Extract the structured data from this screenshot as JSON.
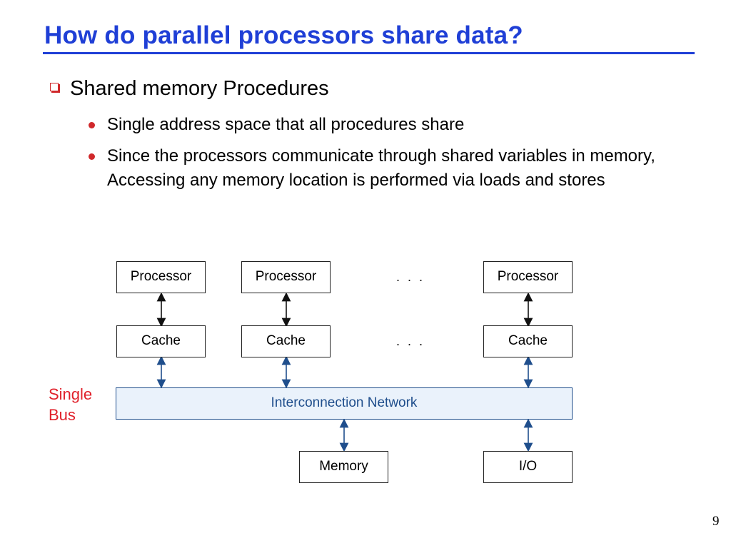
{
  "slide": {
    "title": "How do parallel processors share data?",
    "page_number": "9"
  },
  "bullets": {
    "level1": "Shared memory Procedures",
    "level2": [
      "Single address space that all procedures share",
      "Since the processors communicate through shared variables in memory, Accessing any memory location is performed via loads and stores"
    ]
  },
  "diagram": {
    "processor_label": "Processor",
    "cache_label": "Cache",
    "ellipsis": ". . .",
    "network_label": "Interconnection Network",
    "memory_label": "Memory",
    "io_label": "I/O",
    "side_label_line1": "Single",
    "side_label_line2": "Bus",
    "colors": {
      "title": "#1f3fd6",
      "bullet": "#d0282b",
      "network_fill": "#eaf2fb",
      "network_text": "#1f4e8c",
      "arrow_blue": "#1f4e8c",
      "side_label": "#e0202a"
    }
  }
}
